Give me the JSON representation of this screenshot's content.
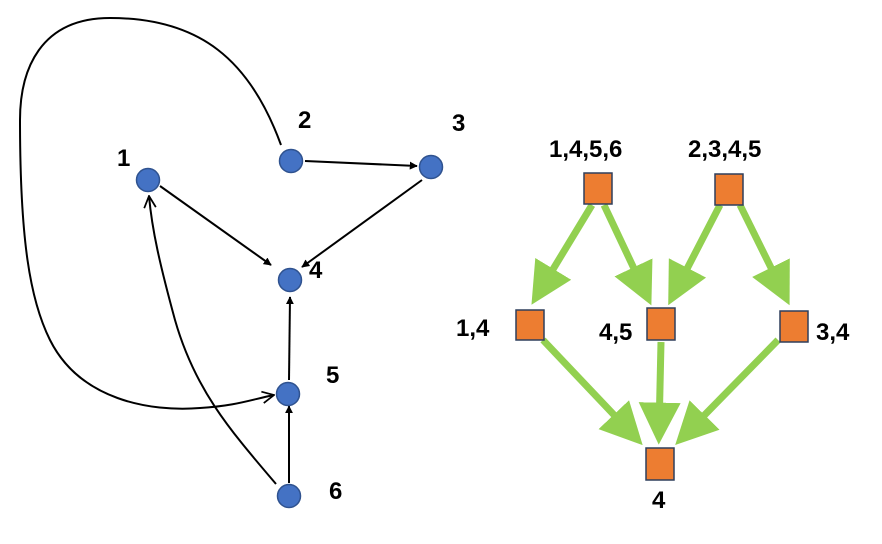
{
  "left_graph": {
    "nodes": [
      {
        "id": "1",
        "label": "1"
      },
      {
        "id": "2",
        "label": "2"
      },
      {
        "id": "3",
        "label": "3"
      },
      {
        "id": "4",
        "label": "4"
      },
      {
        "id": "5",
        "label": "5"
      },
      {
        "id": "6",
        "label": "6"
      }
    ],
    "edges": [
      {
        "from": "1",
        "to": "4"
      },
      {
        "from": "2",
        "to": "3"
      },
      {
        "from": "3",
        "to": "4"
      },
      {
        "from": "5",
        "to": "4"
      },
      {
        "from": "6",
        "to": "5"
      },
      {
        "from": "2",
        "to": "5"
      },
      {
        "from": "6",
        "to": "1"
      }
    ],
    "colors": {
      "node_fill": "#4472C4",
      "node_stroke": "#2F528F",
      "edge": "#000000"
    }
  },
  "right_graph": {
    "nodes": [
      {
        "id": "a",
        "label": "1,4,5,6"
      },
      {
        "id": "b",
        "label": "2,3,4,5"
      },
      {
        "id": "c",
        "label": "1,4"
      },
      {
        "id": "d",
        "label": "4,5"
      },
      {
        "id": "e",
        "label": "3,4"
      },
      {
        "id": "f",
        "label": "4"
      }
    ],
    "edges": [
      {
        "from": "a",
        "to": "c"
      },
      {
        "from": "a",
        "to": "d"
      },
      {
        "from": "b",
        "to": "d"
      },
      {
        "from": "b",
        "to": "e"
      },
      {
        "from": "c",
        "to": "f"
      },
      {
        "from": "d",
        "to": "f"
      },
      {
        "from": "e",
        "to": "f"
      }
    ],
    "colors": {
      "box_fill": "#ED7D31",
      "box_stroke": "#2F3E5C",
      "edge": "#92D050"
    }
  }
}
